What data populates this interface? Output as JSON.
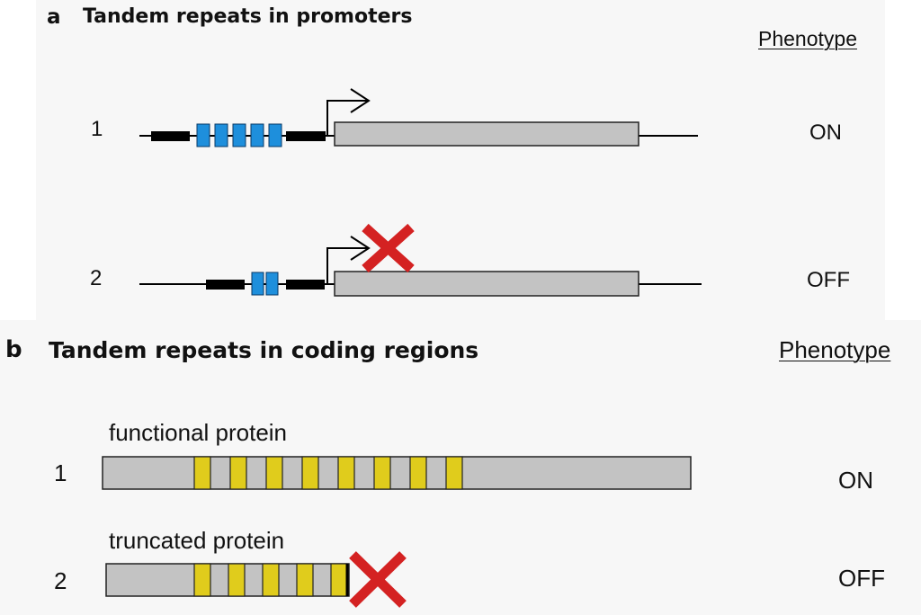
{
  "panel_a": {
    "letter": "a",
    "title": "Tandem repeats in promoters",
    "phenotype_header": "Phenotype",
    "rows": [
      {
        "number": "1",
        "repeat_count": 5,
        "phenotype": "ON",
        "blocked": false
      },
      {
        "number": "2",
        "repeat_count": 2,
        "phenotype": "OFF",
        "blocked": true
      }
    ]
  },
  "panel_b": {
    "letter": "b",
    "title": "Tandem repeats in coding regions",
    "phenotype_header": "Phenotype",
    "rows": [
      {
        "number": "1",
        "label": "functional protein",
        "repeat_count": 8,
        "phenotype": "ON",
        "blocked": false
      },
      {
        "number": "2",
        "label": "truncated protein",
        "repeat_count": 5,
        "phenotype": "OFF",
        "blocked": true
      }
    ]
  },
  "colors": {
    "promoter_repeat": "#1e8fdc",
    "coding_repeat": "#e0cc1c",
    "gene_body": "#c3c3c3",
    "promoter_element": "#000000",
    "block_mark": "#d42222"
  }
}
